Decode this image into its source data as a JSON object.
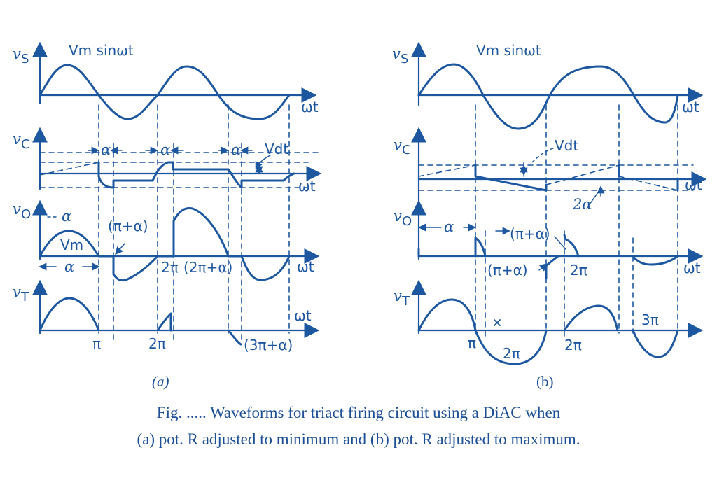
{
  "diagram": {
    "panel_a": {
      "sublabel": "(a)",
      "vs_label": "v",
      "vs_sub": "S",
      "vs_expr": "Vm sinωt",
      "vc_label": "v",
      "vc_sub": "C",
      "vo_label": "v",
      "vo_sub": "O",
      "vt_label": "v",
      "vt_sub": "T",
      "wt": "ωt",
      "alpha": "α",
      "vdt": "Vdt",
      "pi_plus_alpha": "(π+α)",
      "vm": "Vm",
      "two_pi": "2π",
      "two_pi_plus_alpha": "(2π+α)",
      "pi": "π",
      "three_pi_plus_alpha": "(3π+α)"
    },
    "panel_b": {
      "sublabel": "(b)",
      "vs_label": "v",
      "vs_sub": "S",
      "vs_expr": "Vm sinωt",
      "vc_label": "v",
      "vc_sub": "C",
      "vo_label": "v",
      "vo_sub": "O",
      "vt_label": "v",
      "vt_sub": "T",
      "wt": "ωt",
      "vdt": "Vdt",
      "two_alpha": "2α",
      "alpha": "α",
      "pi_plus_alpha": "(π+α)",
      "two_pi": "2π",
      "pi": "π",
      "three_pi": "3π"
    }
  },
  "caption": {
    "line1": "Fig. ..... Waveforms for triact firing circuit using a DiAC when",
    "line2": "(a) pot. R adjusted to minimum and (b) pot. R adjusted to maximum."
  },
  "colors": {
    "ink": "#1d57a0"
  }
}
